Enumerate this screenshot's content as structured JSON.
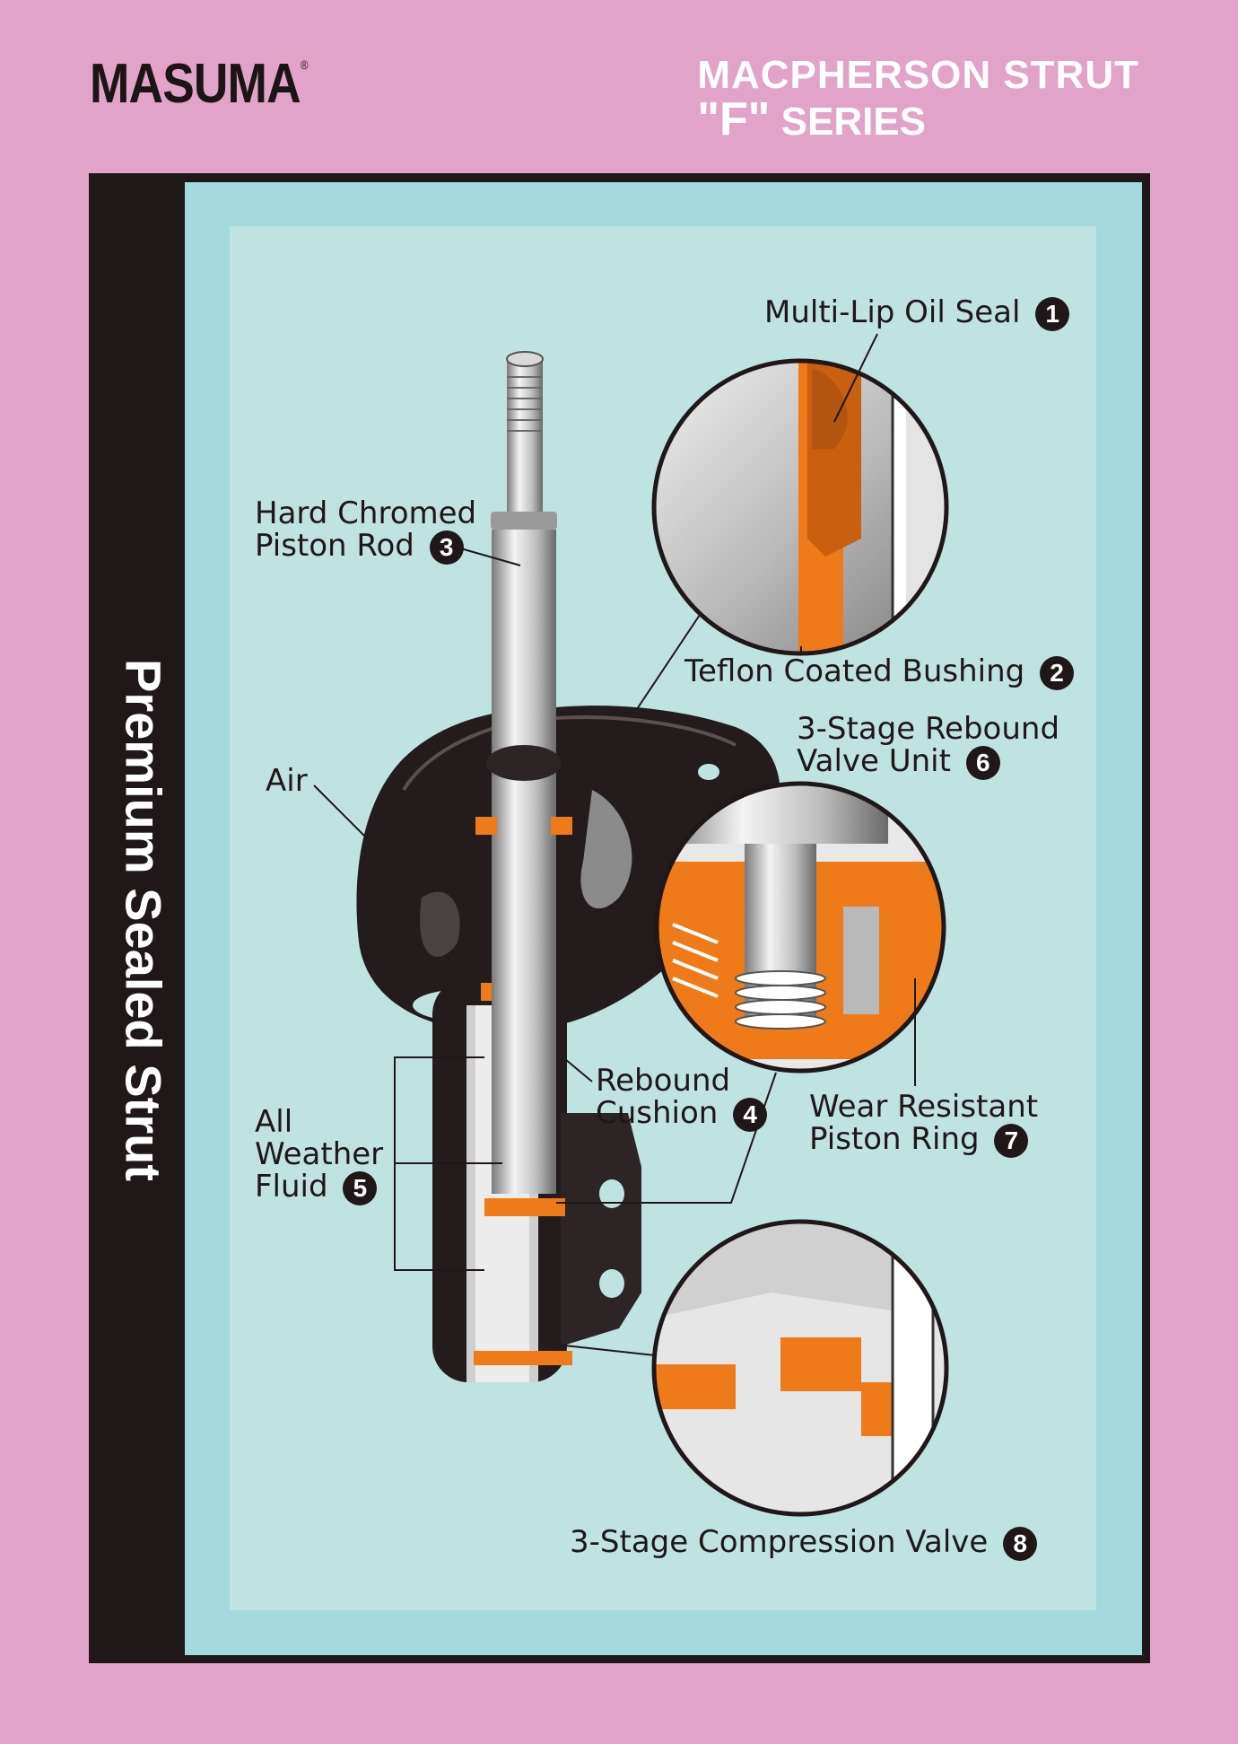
{
  "header": {
    "brand": "MASUMA",
    "registered_mark": "®",
    "series_line1": "MACPHERSON STRUT",
    "series_quote": "\"F\"",
    "series_word": "SERIES"
  },
  "sidebar": {
    "title": "Premium Sealed Strut"
  },
  "callouts": [
    {
      "label": "Multi-Lip Oil Seal",
      "number": "1"
    },
    {
      "label": "Teflon Coated Bushing",
      "number": "2"
    },
    {
      "label": "Hard Chromed Piston Rod",
      "line1": "Hard Chromed",
      "line2": "Piston Rod",
      "number": "3"
    },
    {
      "label": "Rebound Cushion",
      "line1": "Rebound",
      "line2": "Cushion",
      "number": "4"
    },
    {
      "label": "All Weather Fluid",
      "line1": "All",
      "line2": "Weather",
      "line3": "Fluid",
      "number": "5"
    },
    {
      "label": "3-Stage Rebound Valve Unit",
      "line1": "3-Stage Rebound",
      "line2": "Valve Unit",
      "number": "6"
    },
    {
      "label": "Wear Resistant Piston Ring",
      "line1": "Wear Resistant",
      "line2": "Piston Ring",
      "number": "7"
    },
    {
      "label": "3-Stage Compression Valve",
      "number": "8"
    }
  ],
  "air_label": "Air",
  "colors": {
    "background": "#e2a3c8",
    "frame": "#1f1718",
    "aqua": "#a3d8dc",
    "inner": "#bfe3e1",
    "accent_orange": "#ee7a1a"
  }
}
